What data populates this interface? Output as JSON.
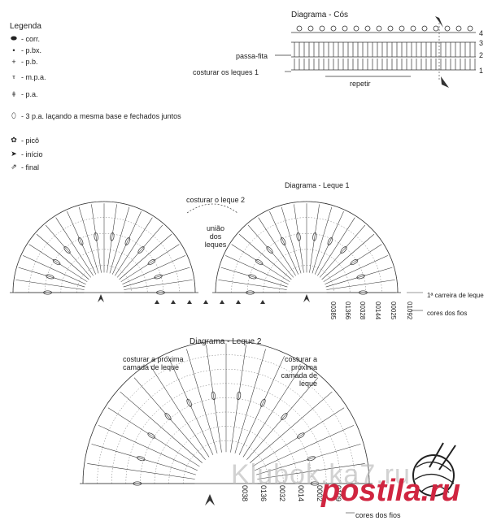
{
  "legend": {
    "title": "Legenda",
    "items": [
      {
        "label": "- corr."
      },
      {
        "label": "- p.bx."
      },
      {
        "label": "- p.b."
      },
      {
        "label": "- m.p.a."
      },
      {
        "label": "- p.a."
      },
      {
        "label": "- 3 p.a. laçando a mesma base e fechados juntos"
      },
      {
        "label": "- picô"
      },
      {
        "label": "- início"
      },
      {
        "label": "- final"
      }
    ]
  },
  "cos": {
    "title": "Diagrama - Cós",
    "passa_fita": "passa-fita",
    "costurar": "costurar os leques 1",
    "repetir": "repetir",
    "rows": [
      "4",
      "3",
      "2",
      "1"
    ]
  },
  "leque1": {
    "title": "Diagrama - Leque 1",
    "costurar_leque2": "costurar o leque 2",
    "uniao": "união dos leques",
    "carreira": "1ª carreira de leque",
    "codes": [
      "00385",
      "01366",
      "00328",
      "00144",
      "00025",
      "01092"
    ],
    "cores": "cores dos fios"
  },
  "leque2": {
    "title": "Diagrama - Leque 2",
    "left_note": "costurar a próxima camada de leque",
    "right_note": "costurar a próxima camada de leque",
    "codes": [
      "0038",
      "0136",
      "0032",
      "0014",
      "0002",
      "0109"
    ],
    "cores": "cores dos fios"
  },
  "watermark": {
    "text1": "Klubok.ka7.ru",
    "text2": "postila.ru"
  }
}
